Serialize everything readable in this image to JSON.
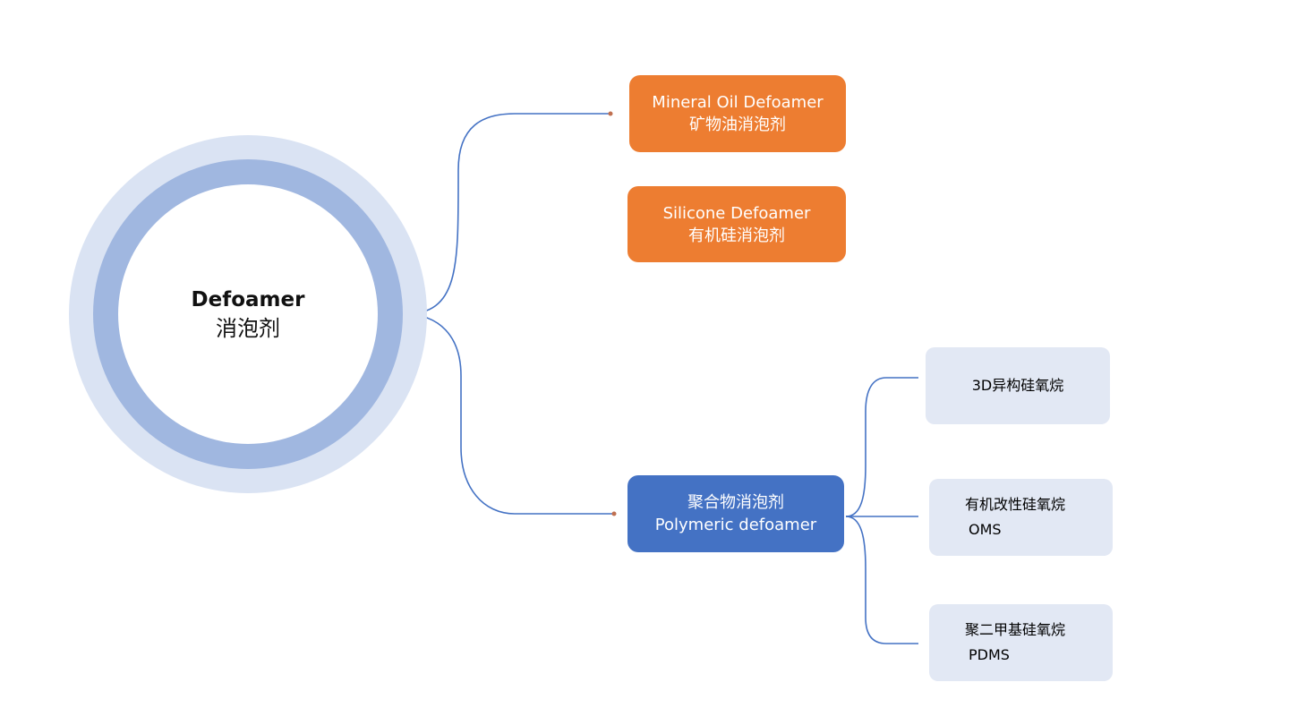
{
  "center": {
    "title_en": "Defoamer",
    "title_zh": "消泡剂"
  },
  "branches": {
    "mineral_oil": {
      "en": "Mineral Oil Defoamer",
      "zh": "矿物油消泡剂"
    },
    "silicone": {
      "en": "Silicone Defoamer",
      "zh": "有机硅消泡剂"
    },
    "polymeric": {
      "zh": "聚合物消泡剂",
      "en": "Polymeric defoamer"
    }
  },
  "sub_items": {
    "isomeric_siloxane": {
      "label": "3D异构硅氧烷"
    },
    "modified_siloxane": {
      "zh": "有机改性硅氧烷",
      "abbr": "OMS"
    },
    "pdms": {
      "zh": "聚二甲基硅氧烷",
      "abbr": "PDMS"
    }
  },
  "colors": {
    "orange": "#ed7d31",
    "blue": "#4472c4",
    "light_box": "#e2e8f4",
    "ring_outer": "#dae3f3",
    "ring_mid": "#a0b7e0",
    "connector": "#4472c4"
  }
}
